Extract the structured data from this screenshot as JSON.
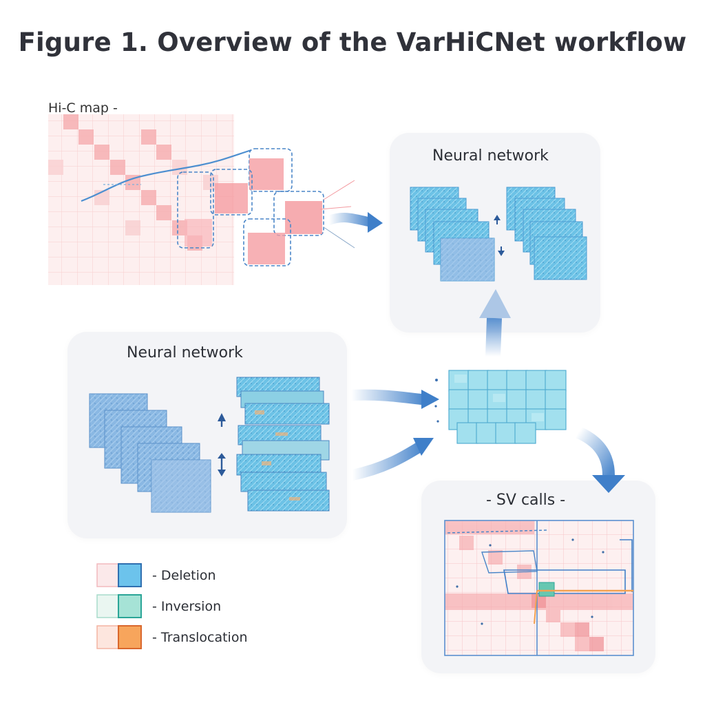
{
  "figure": {
    "title": "Figure 1. Overview of the VarHiCNet workflow"
  },
  "hic_map": {
    "label": "Hi-C map -"
  },
  "panels": {
    "top_right": {
      "label": "Neural network"
    },
    "middle_left": {
      "label": "Neural network"
    },
    "bottom_right": {
      "label": "- SV calls -"
    }
  },
  "legend": {
    "items": [
      {
        "label": "- Deletion",
        "light": "#fbe9ea",
        "dark": "#6cc3ec",
        "border_light": "#f2b9bd",
        "border_dark": "#2f6fb0"
      },
      {
        "label": "-  Inversion",
        "light": "#eaf6f1",
        "dark": "#a6e3d6",
        "border_light": "#a7dccb",
        "border_dark": "#2aa597"
      },
      {
        "label": "-  Translocation",
        "light": "#fde6de",
        "dark": "#f7a55c",
        "border_light": "#f4b4a2",
        "border_dark": "#d9672c"
      }
    ]
  },
  "colors": {
    "hic_pink": "#f6a7aa",
    "hic_light": "#fde4e4",
    "cube_blue": "#7fb3e0",
    "cube_cyan": "#8fd6e6",
    "arrow_blue": "#3f7fc9",
    "panel_bg": "#f3f4f7"
  }
}
